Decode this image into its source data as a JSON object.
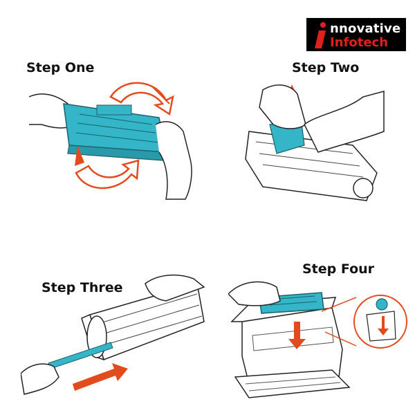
{
  "logo": {
    "word1": "nnovative",
    "word2": "Infotech"
  },
  "steps": [
    {
      "label": "Step One"
    },
    {
      "label": "Step Two"
    },
    {
      "label": "Step Three"
    },
    {
      "label": "Step Four"
    }
  ],
  "colors": {
    "cartridge": "#35b6c8",
    "arrow": "#e34a1c",
    "logo_red": "#e0201b",
    "logo_bg": "#000000"
  }
}
